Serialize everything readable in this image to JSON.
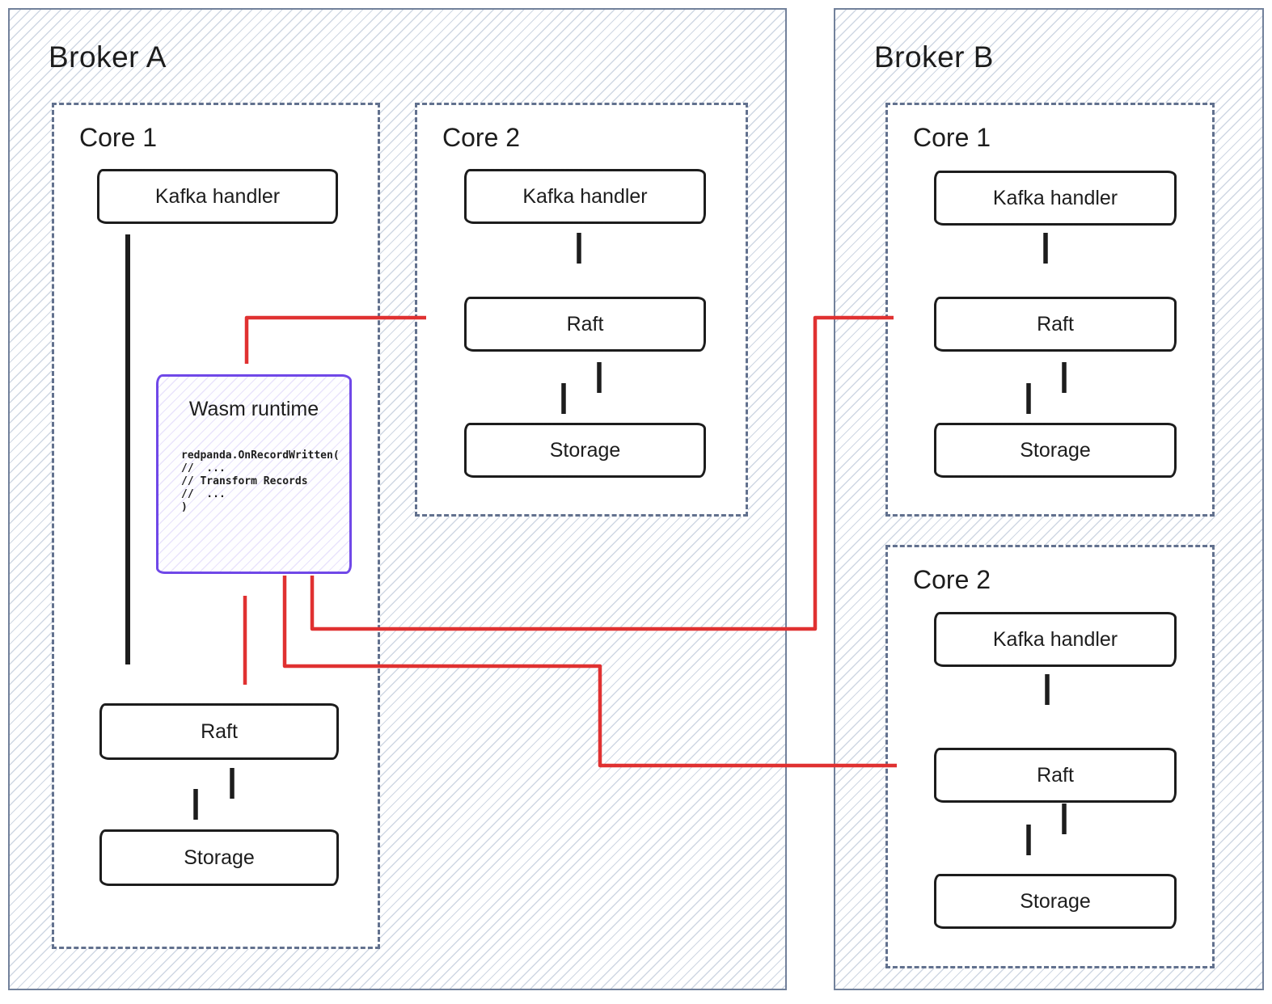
{
  "brokers": [
    {
      "title": "Broker A",
      "cores": [
        {
          "title": "Core 1",
          "boxes": [
            {
              "label": "Kafka handler"
            },
            {
              "label": "Wasm runtime",
              "code": "redpanda.OnRecordWritten(\n//  ...\n// Transform Records\n//  ...\n)"
            },
            {
              "label": "Raft"
            },
            {
              "label": "Storage"
            }
          ]
        },
        {
          "title": "Core 2",
          "boxes": [
            {
              "label": "Kafka handler"
            },
            {
              "label": "Raft"
            },
            {
              "label": "Storage"
            }
          ]
        }
      ]
    },
    {
      "title": "Broker B",
      "cores": [
        {
          "title": "Core 1",
          "boxes": [
            {
              "label": "Kafka handler"
            },
            {
              "label": "Raft"
            },
            {
              "label": "Storage"
            }
          ]
        },
        {
          "title": "Core 2",
          "boxes": [
            {
              "label": "Kafka handler"
            },
            {
              "label": "Raft"
            },
            {
              "label": "Storage"
            }
          ]
        }
      ]
    }
  ],
  "connections": [
    {
      "from": "brokerA.core1.kafka-handler",
      "to": "brokerA.core1.raft",
      "style": "black-down"
    },
    {
      "from": "brokerA.core1.raft",
      "to": "brokerA.core1.storage",
      "style": "black-bidirectional"
    },
    {
      "from": "brokerA.core2.kafka-handler",
      "to": "brokerA.core2.raft",
      "style": "black-down"
    },
    {
      "from": "brokerA.core2.raft",
      "to": "brokerA.core2.storage",
      "style": "black-bidirectional"
    },
    {
      "from": "brokerB.core1.kafka-handler",
      "to": "brokerB.core1.raft",
      "style": "black-down"
    },
    {
      "from": "brokerB.core1.raft",
      "to": "brokerB.core1.storage",
      "style": "black-bidirectional"
    },
    {
      "from": "brokerB.core2.kafka-handler",
      "to": "brokerB.core2.raft",
      "style": "black-down"
    },
    {
      "from": "brokerB.core2.raft",
      "to": "brokerB.core2.storage",
      "style": "black-bidirectional"
    },
    {
      "from": "brokerA.core1.raft",
      "to": "brokerA.core1.wasm-runtime",
      "style": "red-up"
    },
    {
      "from": "brokerA.core1.wasm-runtime",
      "to": "brokerA.core2.raft",
      "style": "red"
    },
    {
      "from": "brokerA.core1.wasm-runtime",
      "to": "brokerB.core1.raft",
      "style": "red"
    },
    {
      "from": "brokerA.core1.wasm-runtime",
      "to": "brokerB.core2.raft",
      "style": "red"
    }
  ],
  "colors": {
    "accent_red": "#e03131",
    "accent_purple": "#7048e8",
    "panel_border": "#72819b",
    "core_dash_border": "#62718e",
    "hatch_line": "#cfd7e3",
    "ink": "#1d1d1d"
  }
}
